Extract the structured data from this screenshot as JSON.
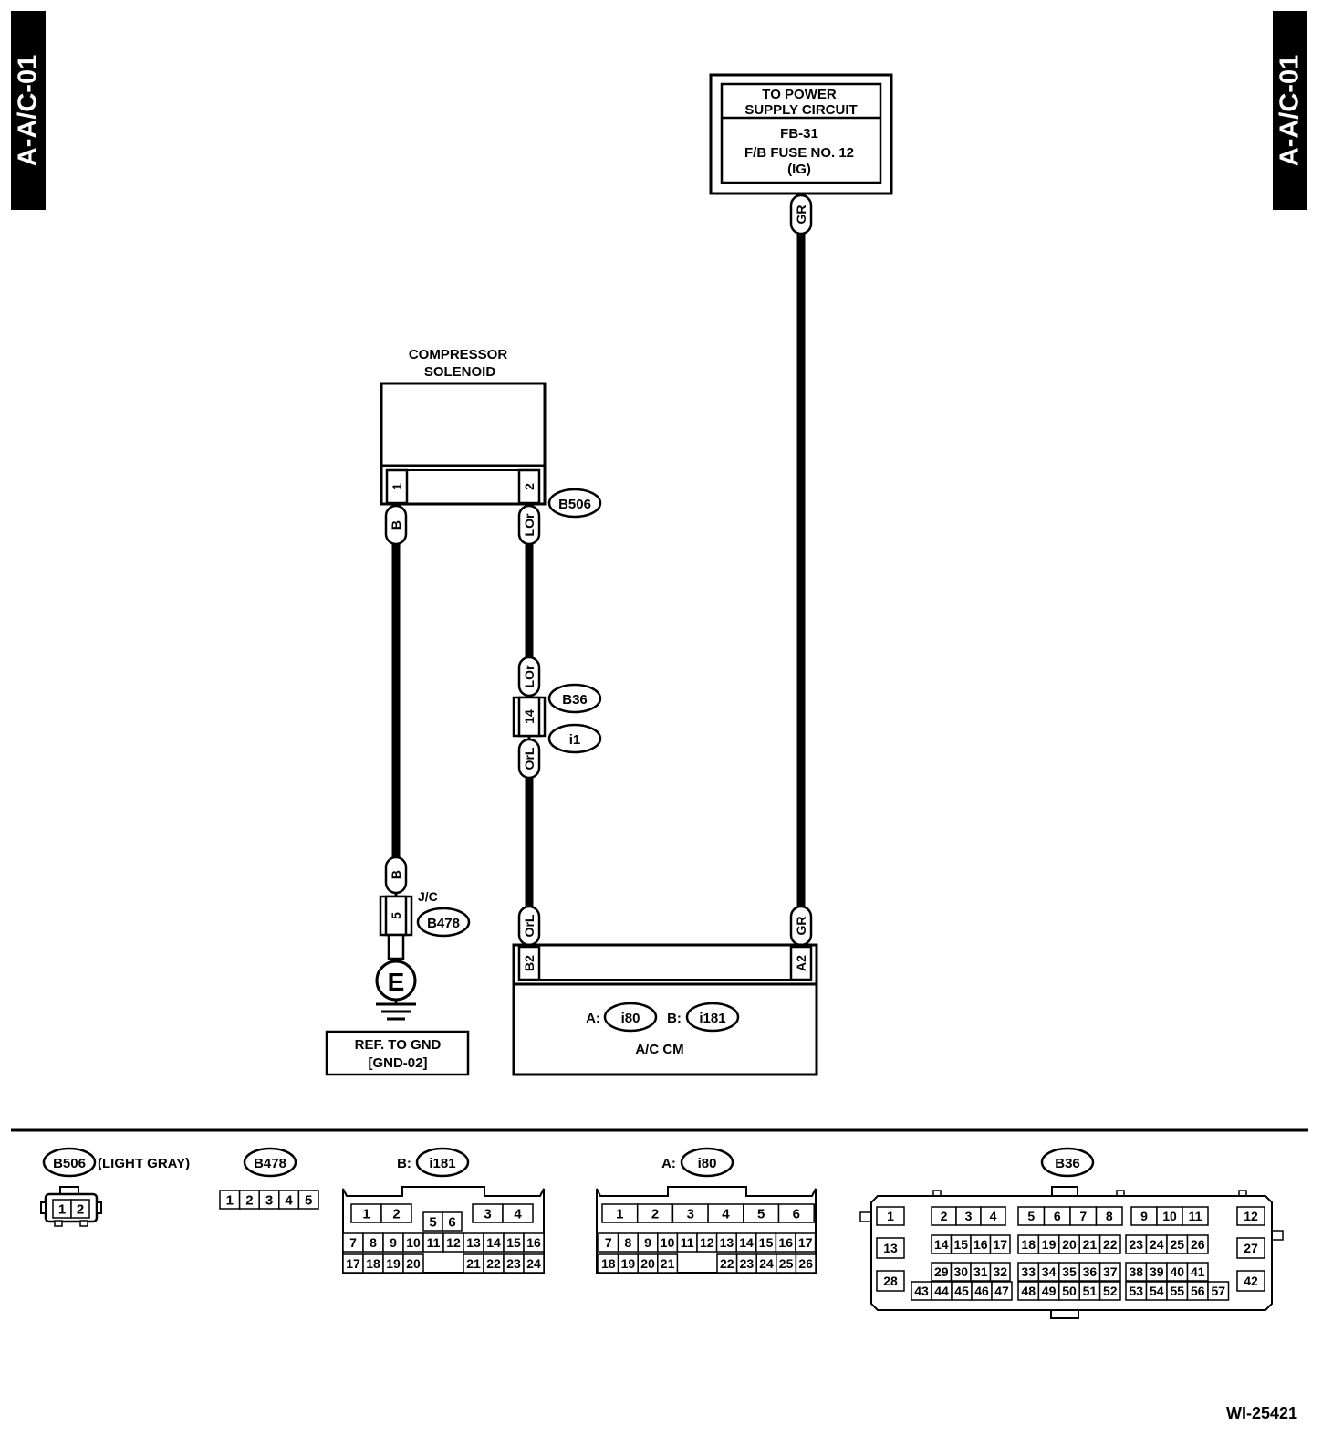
{
  "page": {
    "tab_label": "A-A/C-01",
    "figure_id": "WI-25421"
  },
  "power_supply": {
    "title_line1": "TO POWER",
    "title_line2": "SUPPLY CIRCUIT",
    "line1": "FB-31",
    "line2": "F/B FUSE NO. 12",
    "line3": "(IG)",
    "wire_color": "GR"
  },
  "compressor": {
    "label_line1": "COMPRESSOR",
    "label_line2": "SOLENOID",
    "connector": "B506",
    "pin_left": "1",
    "pin_right": "2",
    "wire_left": "B",
    "wire_right": "LOr"
  },
  "joint_b36": {
    "connector_top": "B36",
    "connector_bottom": "i1",
    "pin": "14",
    "wire_top": "LOr",
    "wire_bottom": "OrL"
  },
  "ground": {
    "wire": "B",
    "jc_label": "J/C",
    "connector": "B478",
    "pin": "5",
    "symbol": "E",
    "ref_line1": "REF. TO GND",
    "ref_line2": "[GND-02]"
  },
  "ac_cm": {
    "name": "A/C CM",
    "conn_a_prefix": "A:",
    "conn_a": "i80",
    "conn_b_prefix": "B:",
    "conn_b": "i181",
    "pin_left": "B2",
    "pin_right": "A2",
    "wire_left": "OrL",
    "wire_right": "GR"
  },
  "connector_views": {
    "b506": {
      "name": "B506",
      "note": "(LIGHT GRAY)",
      "pins": [
        "1",
        "2"
      ]
    },
    "b478": {
      "name": "B478",
      "pins": [
        "1",
        "2",
        "3",
        "4",
        "5"
      ]
    },
    "i181": {
      "prefix": "B:",
      "name": "i181",
      "row1_left": [
        "1",
        "2"
      ],
      "row1_mid": [
        "5",
        "6"
      ],
      "row1_right": [
        "3",
        "4"
      ],
      "row2": [
        "7",
        "8",
        "9",
        "10",
        "11",
        "12",
        "13",
        "14",
        "15",
        "16"
      ],
      "row3_left": [
        "17",
        "18",
        "19",
        "20"
      ],
      "row3_right": [
        "21",
        "22",
        "23",
        "24"
      ]
    },
    "i80": {
      "prefix": "A:",
      "name": "i80",
      "row1": [
        "1",
        "2",
        "3",
        "4",
        "5",
        "6"
      ],
      "row2": [
        "7",
        "8",
        "9",
        "10",
        "11",
        "12",
        "13",
        "14",
        "15",
        "16",
        "17"
      ],
      "row3_left": [
        "18",
        "19",
        "20",
        "21"
      ],
      "row3_right": [
        "22",
        "23",
        "24",
        "25",
        "26"
      ]
    },
    "b36": {
      "name": "B36",
      "r1_g1": [
        "1"
      ],
      "r1_g2": [
        "2",
        "3",
        "4"
      ],
      "r1_g3": [
        "5",
        "6",
        "7",
        "8"
      ],
      "r1_g4": [
        "9",
        "10",
        "11"
      ],
      "r1_g5": [
        "12"
      ],
      "r2_g1": [
        "13"
      ],
      "r2_g2": [
        "14",
        "15",
        "16",
        "17"
      ],
      "r2_g3": [
        "18",
        "19",
        "20",
        "21",
        "22"
      ],
      "r2_g4": [
        "23",
        "24",
        "25",
        "26"
      ],
      "r2_g5": [
        "27"
      ],
      "r3_g2": [
        "29",
        "30",
        "31",
        "32"
      ],
      "r3_g3": [
        "33",
        "34",
        "35",
        "36",
        "37"
      ],
      "r3_g4": [
        "38",
        "39",
        "40",
        "41"
      ],
      "r4_g1": [
        "28"
      ],
      "r4_g2": [
        "43",
        "44",
        "45",
        "46",
        "47"
      ],
      "r4_g3": [
        "48",
        "49",
        "50",
        "51",
        "52"
      ],
      "r4_g4": [
        "53",
        "54",
        "55",
        "56",
        "57"
      ],
      "r4_g5": [
        "42"
      ]
    }
  }
}
